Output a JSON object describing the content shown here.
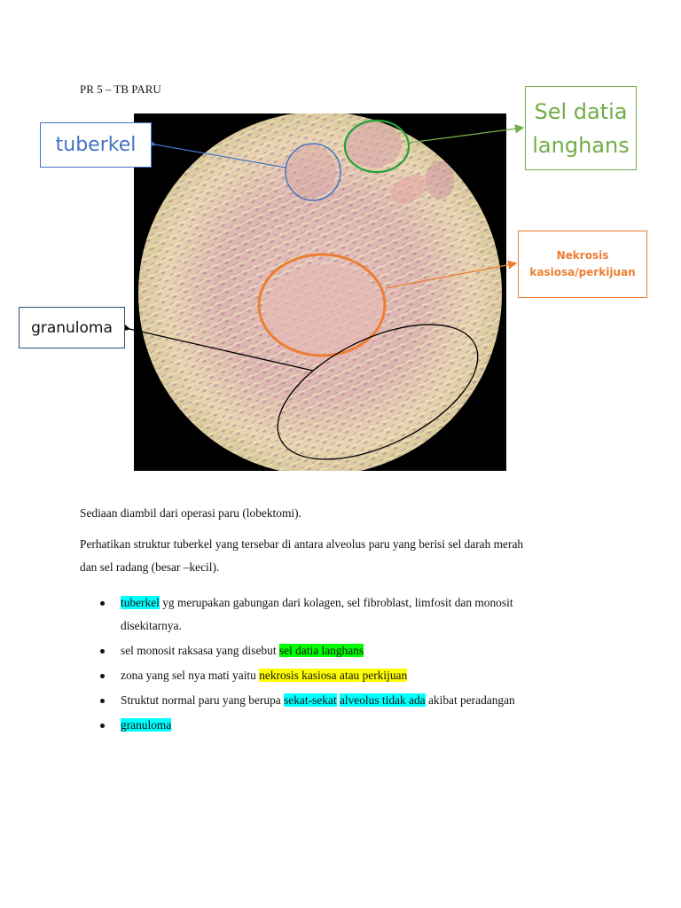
{
  "document": {
    "title": "PR 5 – TB PARU"
  },
  "figure": {
    "labels": {
      "tuberkel": "tuberkel",
      "sel_datia_line1": "Sel datia",
      "sel_datia_line2": "langhans",
      "nekrosis_line1": "Nekrosis",
      "nekrosis_line2": "kasiosa/perkijuan",
      "granuloma": "granuloma"
    },
    "colors": {
      "tuberkel": "#4472c4",
      "sel_datia": "#70ad47",
      "nekrosis": "#ed7d31",
      "granuloma": "#000000"
    }
  },
  "body": {
    "paragraph1": "Sediaan diambil dari operasi paru (lobektomi).",
    "paragraph2_line1": "Perhatikan struktur tuberkel yang tersebar di antara alveolus paru yang berisi sel darah merah",
    "paragraph2_line2": "dan sel radang (besar –kecil).",
    "bullets": [
      {
        "highlight": "tuberkel",
        "rest": " yg merupakan gabungan dari kolagen, sel fibroblast, limfosit dan monosit",
        "line2": "disekitarnya."
      },
      {
        "prefix": "sel monosit raksasa yang disebut ",
        "highlight": "sel datia langhans"
      },
      {
        "prefix": "zona yang sel nya mati yaitu ",
        "highlight": "nekrosis kasiosa atau perkijuan"
      },
      {
        "prefix": "Struktut normal paru yang berupa ",
        "highlight1": "sekat-sekat",
        "highlight2": "alveolus tidak ada",
        "suffix": " akibat peradangan"
      },
      {
        "highlight": "granuloma"
      }
    ],
    "highlight_colors": {
      "cyan": "#00ffff",
      "green": "#00ff00",
      "yellow": "#ffff00"
    }
  }
}
